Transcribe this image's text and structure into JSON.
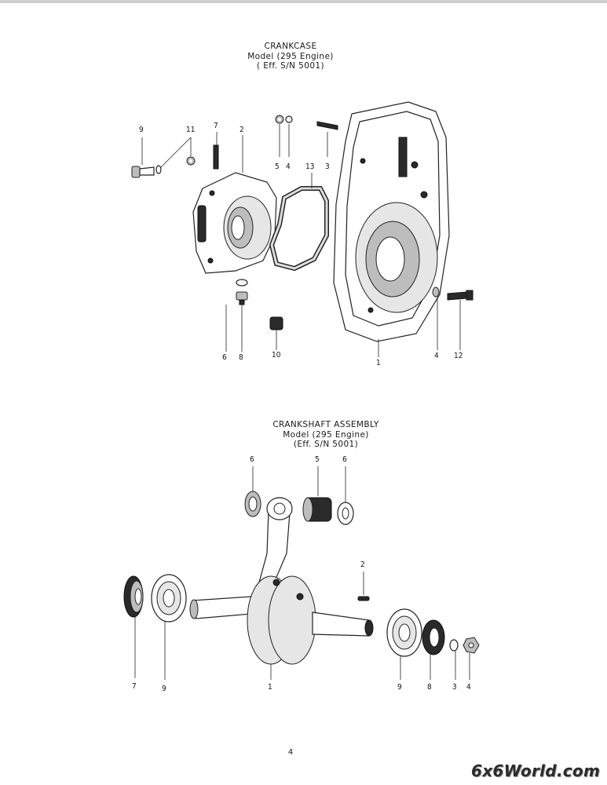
{
  "crankcase": {
    "title": "CRANKCASE",
    "model": "Model (295 Engine)",
    "serial": "( Eff. S/N 5001)",
    "callouts": [
      "9",
      "11",
      "7",
      "2",
      "5",
      "4",
      "13",
      "3",
      "6",
      "8",
      "10",
      "1",
      "4",
      "12"
    ]
  },
  "crankshaft": {
    "title": "CRANKSHAFT ASSEMBLY",
    "model": "Model (295 Engine)",
    "serial": "(Eff. S/N 5001)",
    "callouts": [
      "6",
      "5",
      "6",
      "2",
      "7",
      "9",
      "1",
      "9",
      "8",
      "3",
      "4"
    ]
  },
  "page_number": "4",
  "watermark": "6x6World.com"
}
